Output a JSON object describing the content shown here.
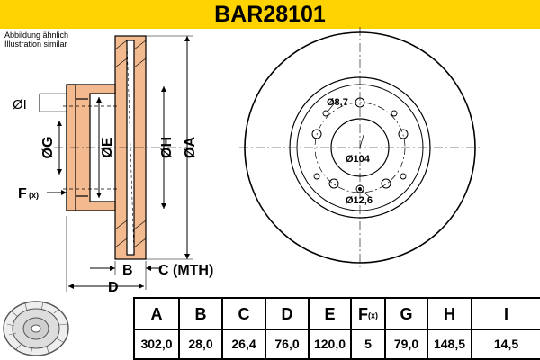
{
  "header": {
    "part_number": "BAR28101"
  },
  "note": {
    "line1": "Abbildung ähnlich",
    "line2": "Illustration similar"
  },
  "labels": {
    "dim_i": "ØI",
    "dim_g": "ØG",
    "dim_e": "ØE",
    "dim_h": "ØH",
    "dim_a": "ØA",
    "f": "F",
    "f_sub": "(x)",
    "b": "B",
    "c": "C (MTH)",
    "d": "D",
    "hole_diameter": "Ø8,7",
    "pcd": "Ø104",
    "center_hole": "Ø12,6"
  },
  "table": {
    "headers": [
      "A",
      "B",
      "C",
      "D",
      "E",
      "F",
      "G",
      "H",
      "I"
    ],
    "header_f_sub": "(x)",
    "values": [
      "302,0",
      "28,0",
      "26,4",
      "76,0",
      "120,0",
      "5",
      "79,0",
      "148,5",
      "14,5"
    ]
  },
  "colors": {
    "header_bg": "#ffd300",
    "disc_fill": "#f3b98f",
    "line": "#000000"
  }
}
